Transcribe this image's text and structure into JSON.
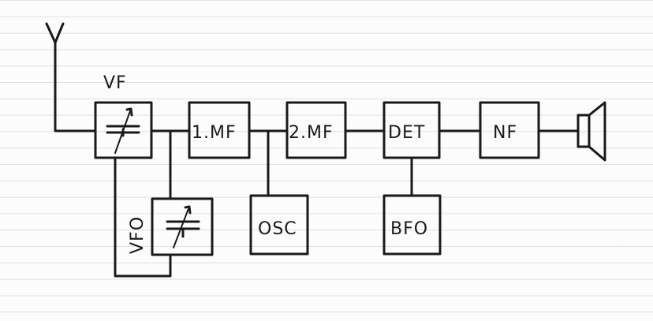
{
  "diagram": {
    "blocks": {
      "vf": "VF",
      "mf1": "1.MF",
      "mf2": "2.MF",
      "det": "DET",
      "nf": "NF",
      "osc": "OSC",
      "bfo": "BFO",
      "vfo": "VFO"
    },
    "icons": [
      "antenna-icon",
      "variable-capacitor-icon",
      "speaker-icon"
    ]
  }
}
